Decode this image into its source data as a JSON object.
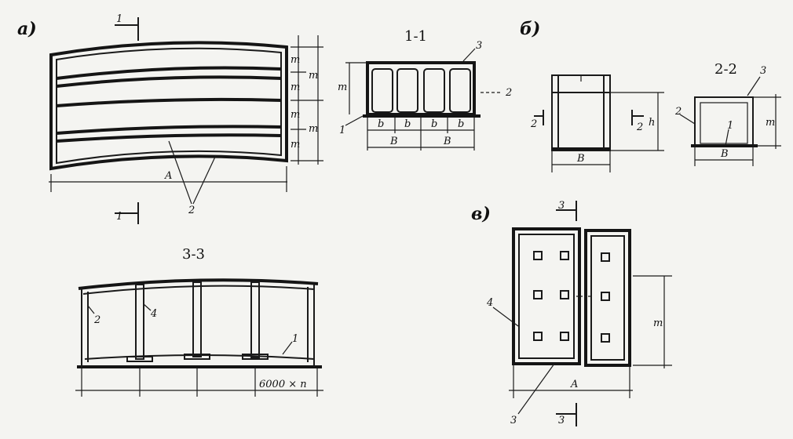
{
  "panels": {
    "a": "а)",
    "b": "б)",
    "v": "в)"
  },
  "sections": {
    "s11": "1-1",
    "s22": "2-2",
    "s33": "3-3"
  },
  "markers": {
    "one": "1",
    "two": "2",
    "three": "3",
    "four": "4"
  },
  "dims": {
    "A": "A",
    "B": "B",
    "b": "b",
    "m": "m",
    "span": "6000 × n",
    "h": "h"
  }
}
